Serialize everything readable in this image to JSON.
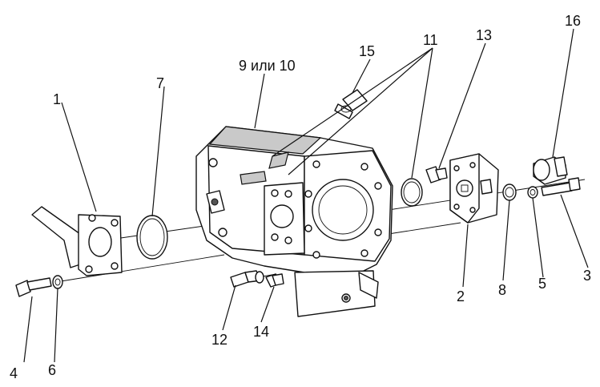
{
  "labels": {
    "l1": "1",
    "l2": "2",
    "l3": "3",
    "l4": "4",
    "l5": "5",
    "l6": "6",
    "l7": "7",
    "l8": "8",
    "l9": "9 или 10",
    "l11": "11",
    "l12": "12",
    "l13": "13",
    "l14": "14",
    "l15": "15",
    "l16": "16"
  }
}
